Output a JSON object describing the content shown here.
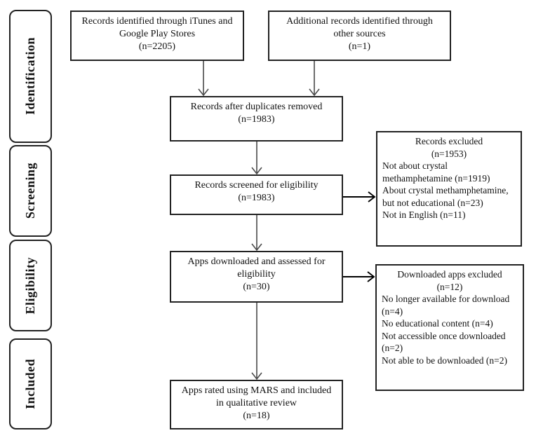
{
  "sidebar": {
    "stages": [
      {
        "label": "Identification"
      },
      {
        "label": "Screening"
      },
      {
        "label": "Eligibility"
      },
      {
        "label": "Included"
      }
    ]
  },
  "boxes": {
    "identified": {
      "lines": [
        "Records identified through iTunes and",
        "Google Play Stores",
        "(n=2205)"
      ]
    },
    "additional": {
      "lines": [
        "Additional records identified through",
        "other sources",
        "(n=1)"
      ]
    },
    "duplicates": {
      "lines": [
        "Records after duplicates removed",
        "(n=1983)"
      ]
    },
    "screened": {
      "lines": [
        "Records screened for eligibility",
        "(n=1983)"
      ]
    },
    "assessed": {
      "lines": [
        "Apps downloaded and assessed for",
        "eligibility",
        "(n=30)"
      ]
    },
    "rated": {
      "lines": [
        "Apps rated using MARS and included",
        "in qualitative review",
        "(n=18)"
      ]
    },
    "records_excluded": {
      "title_lines": [
        "Records excluded",
        "(n=1953)"
      ],
      "detail_lines": [
        "Not about crystal methamphetamine (n=1919)",
        "About crystal methamphetamine,  but not educational (n=23)",
        "Not in English (n=11)"
      ]
    },
    "apps_excluded": {
      "title_lines": [
        "Downloaded apps excluded",
        "(n=12)"
      ],
      "detail_lines": [
        "No longer available for download (n=4)",
        "No educational content (n=4)",
        "Not accessible once downloaded (n=2)",
        "Not able to be downloaded (n=2)"
      ]
    }
  },
  "colors": {
    "box_border": "#222222",
    "vertical_arrow": "#4a4a4a",
    "horizontal_arrow": "#000000"
  }
}
